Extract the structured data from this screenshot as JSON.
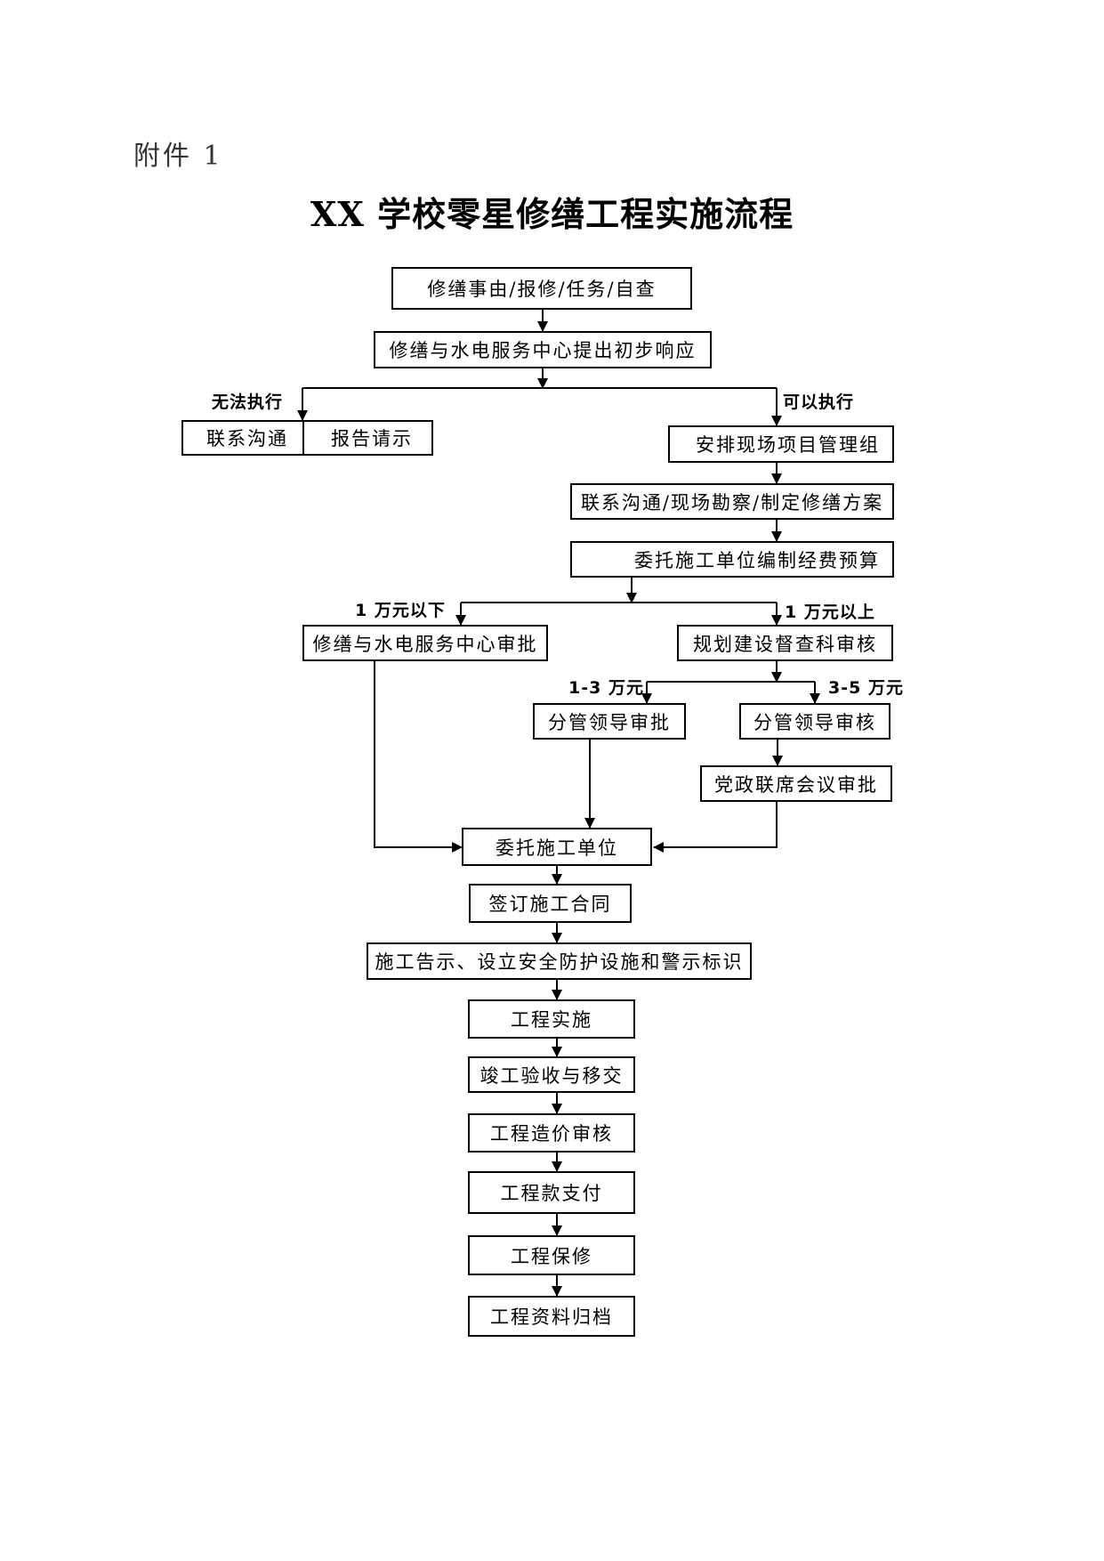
{
  "header": {
    "annex_label": "附件 1",
    "title": "XX 学校零星修缮工程实施流程"
  },
  "flow": {
    "start": "修缮事由/报修/任务/自查",
    "initial_response": "修缮与水电服务中心提出初步响应",
    "cannot_execute": {
      "branch_label": "无法执行",
      "contact": "联系沟通",
      "report": "报告请示"
    },
    "can_execute": {
      "branch_label": "可以执行",
      "arrange_team": "安排现场项目管理组",
      "survey_plan": "联系沟通/现场勘察/制定修缮方案",
      "budget": "委托施工单位编制经费预算"
    },
    "below_10k": {
      "branch_label": "1 万元以下",
      "approval": "修缮与水电服务中心审批"
    },
    "above_10k": {
      "branch_label": "1 万元以上",
      "review": "规划建设督查科审核",
      "range_1_3": {
        "branch_label": "1-3 万元",
        "approval": "分管领导审批"
      },
      "range_3_5": {
        "branch_label": "3-5 万元",
        "review": "分管领导审核",
        "meeting": "党政联席会议审批"
      }
    },
    "steps": [
      "委托施工单位",
      "签订施工合同",
      "施工告示、设立安全防护设施和警示标识",
      "工程实施",
      "竣工验收与移交",
      "工程造价审核",
      "工程款支付",
      "工程保修",
      "工程资料归档"
    ]
  }
}
